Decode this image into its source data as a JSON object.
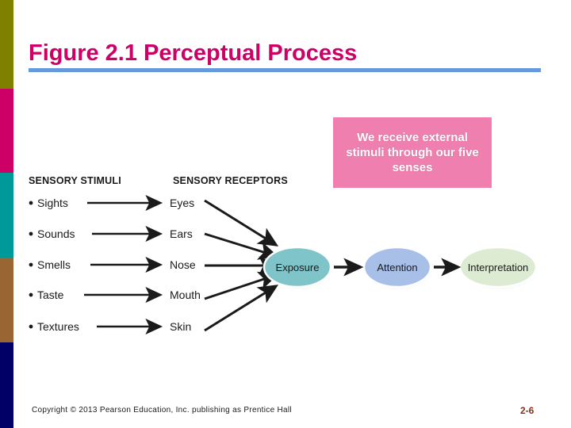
{
  "slide": {
    "title": "Figure 2.1 Perceptual Process",
    "title_color": "#CC0066",
    "rule_color": "#6699DD",
    "background_color": "#FFFFFF"
  },
  "sidebar": {
    "bands": [
      {
        "name": "olive",
        "color": "#808000"
      },
      {
        "name": "magenta",
        "color": "#CC0066"
      },
      {
        "name": "teal",
        "color": "#009999"
      },
      {
        "name": "brown",
        "color": "#996633"
      },
      {
        "name": "navy",
        "color": "#000066"
      }
    ]
  },
  "callout": {
    "text": "We receive external stimuli through our five senses",
    "background_color": "#EE7FAF",
    "text_color": "#FFFFFF"
  },
  "diagram": {
    "columns": {
      "stimuli_header": "SENSORY STIMULI",
      "receptors_header": "SENSORY RECEPTORS"
    },
    "stimuli": [
      {
        "label": "Sights"
      },
      {
        "label": "Sounds"
      },
      {
        "label": "Smells"
      },
      {
        "label": "Taste"
      },
      {
        "label": "Textures"
      }
    ],
    "receptors": [
      {
        "label": "Eyes"
      },
      {
        "label": "Ears"
      },
      {
        "label": "Nose"
      },
      {
        "label": "Mouth"
      },
      {
        "label": "Skin"
      }
    ],
    "stages": [
      {
        "label": "Exposure",
        "fill": "#7FC4C9"
      },
      {
        "label": "Attention",
        "fill": "#A8C0E8"
      },
      {
        "label": "Interpretation",
        "fill": "#DCEBD2"
      }
    ]
  },
  "footer": {
    "copyright": "Copyright © 2013 Pearson Education, Inc. publishing as Prentice Hall",
    "page_number": "2-6",
    "page_number_color": "#80331A"
  }
}
